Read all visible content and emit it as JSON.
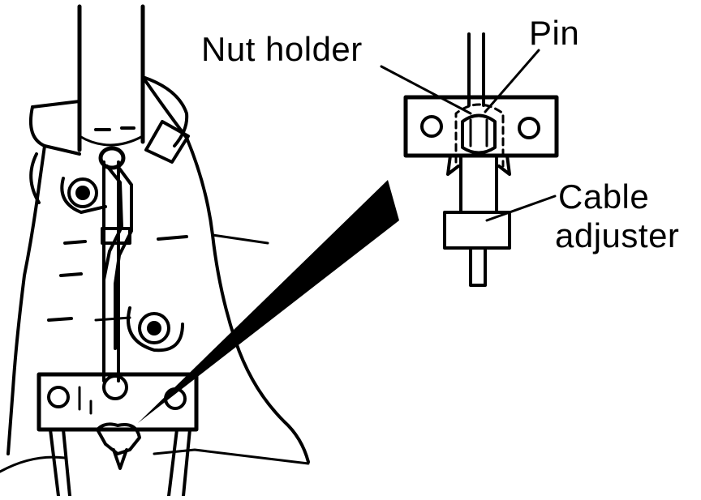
{
  "labels": {
    "nut_holder": "Nut holder",
    "pin": "Pin",
    "cable_adjuster_line1": "Cable",
    "cable_adjuster_line2": "adjuster"
  }
}
